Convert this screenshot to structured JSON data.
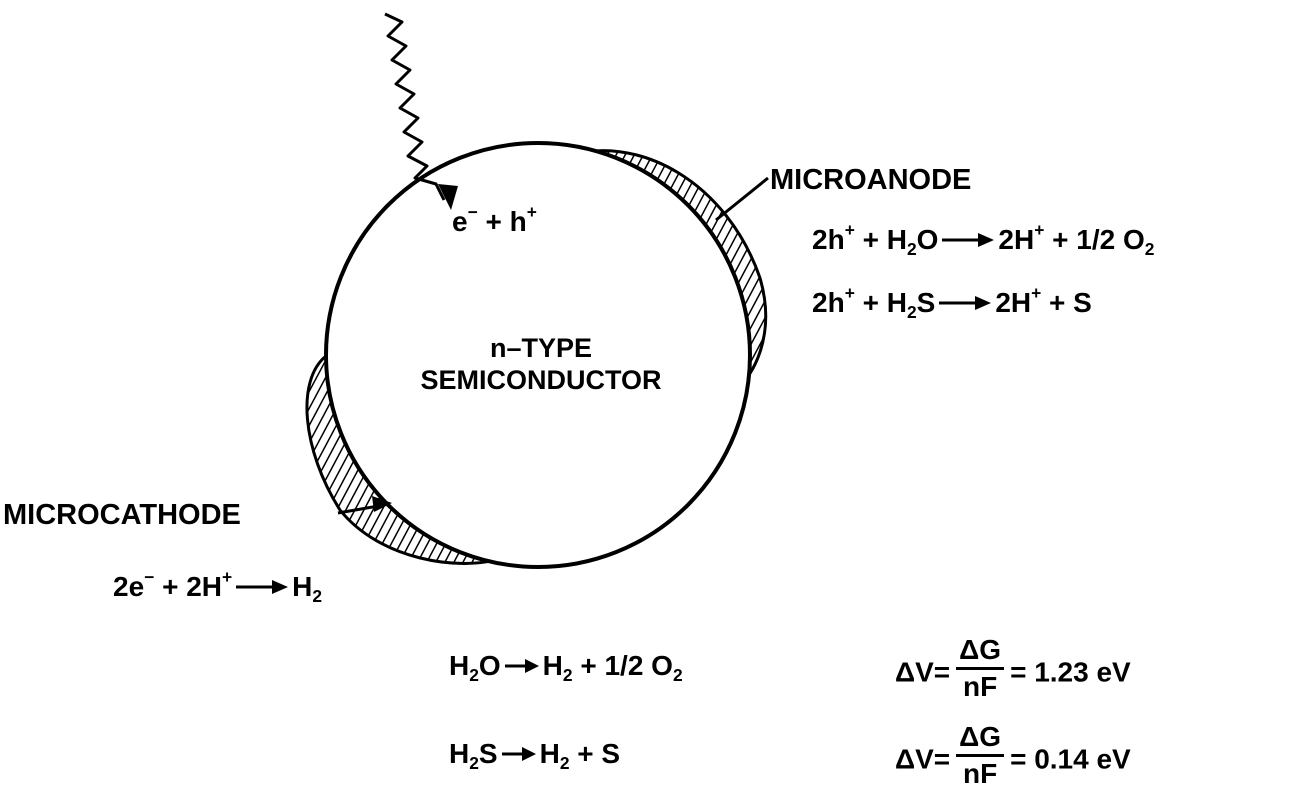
{
  "semiconductor_label": {
    "line1": "n–TYPE",
    "line2": "SEMICONDUCTOR"
  },
  "electron_hole": {
    "e": "e",
    "minus": "−",
    "plus_text": " + h",
    "plus": "+"
  },
  "microanode": {
    "label": "MICROANODE",
    "reaction1": {
      "l1": "2h",
      "l1sup": "+",
      "l2": " + H",
      "l2sub": "2",
      "l3": "O",
      "r1": "2H",
      "r1sup": "+",
      "r2": " + 1/2 O",
      "r2sub": "2"
    },
    "reaction2": {
      "l1": "2h",
      "l1sup": "+",
      "l2": " + H",
      "l2sub": "2",
      "l3": "S",
      "r1": "2H",
      "r1sup": "+",
      "r2": " + S"
    }
  },
  "microcathode": {
    "label": "MICROCATHODE",
    "reaction": {
      "l1": "2e",
      "l1sup": "−",
      "l2": " + 2H",
      "l2sup": "+",
      "r1": "H",
      "r1sub": "2"
    }
  },
  "overall": [
    {
      "l1": "H",
      "l1sub": "2",
      "l2": "O",
      "r1": "H",
      "r1sub": "2",
      "r2": " + 1/2 O",
      "r2sub": "2",
      "dv": "ΔV=",
      "num": "ΔG",
      "den": "nF",
      "value": "= 1.23 eV"
    },
    {
      "l1": "H",
      "l1sub": "2",
      "l2": "S",
      "r1": "H",
      "r1sub": "2",
      "r2": " + S",
      "dv": "ΔV=",
      "num": "ΔG",
      "den": "nF",
      "value": "= 0.14 eV"
    }
  ]
}
